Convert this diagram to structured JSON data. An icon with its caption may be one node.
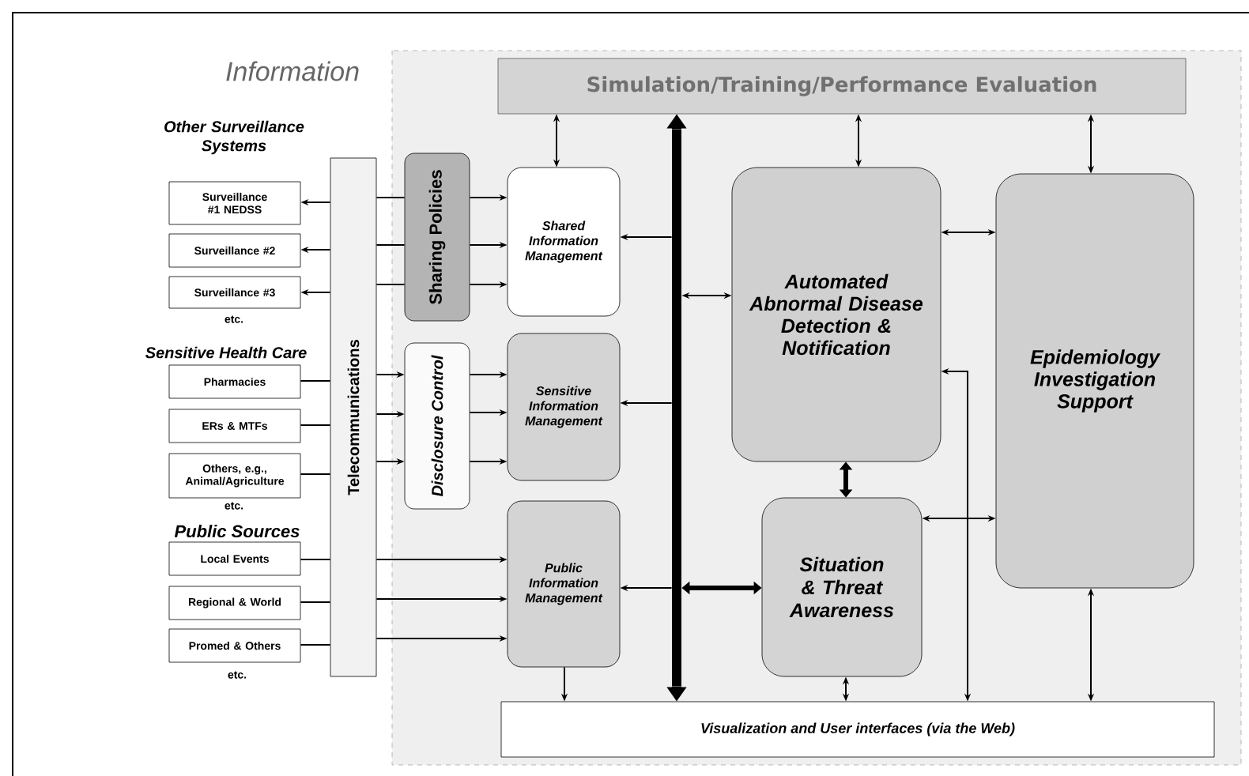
{
  "diagram": {
    "nodes": [
      {
        "text": [
          "Simulation/Training/Performance Evaluation"
        ]
      },
      {
        "text": [
          "Surveillance #1 NEDSS"
        ]
      },
      {
        "text": [
          "Surveillance #2"
        ]
      },
      {
        "text": [
          "Surveillance #3"
        ]
      },
      {
        "text": [
          "Pharmacies"
        ]
      },
      {
        "text": [
          "ERs & MTFs"
        ]
      },
      {
        "text": [
          "Others, e.g., Animal/Agriculture"
        ]
      },
      {
        "text": [
          "Local Events"
        ]
      },
      {
        "text": [
          "Regional & World"
        ]
      },
      {
        "text": [
          "Promed & Others"
        ]
      },
      {
        "text": [
          "Telecommunications"
        ]
      },
      {
        "text": [
          "Sharing Policies"
        ]
      },
      {
        "text": [
          "Disclosure Control"
        ]
      },
      {
        "text": [
          "Shared Information Management"
        ]
      },
      {
        "text": [
          "Sensitive Information Management"
        ]
      },
      {
        "text": [
          "Public Information Management"
        ]
      },
      {
        "text": [
          "Automated Abnormal Disease Detection & Notification"
        ]
      },
      {
        "text": [
          "Epidemiology Investigation Support"
        ]
      },
      {
        "text": [
          "Situation & Threat Awareness"
        ]
      },
      {
        "text": [
          "Visualization and User interfaces (via the Web)"
        ]
      },
      {
        "text": [],
        "shape": "bar"
      }
    ],
    "edges": [
      {
        "from": 10,
        "to": 1,
        "arrow": "to"
      },
      {
        "from": 10,
        "to": 2,
        "arrow": "to"
      },
      {
        "from": 10,
        "to": 3,
        "arrow": "to"
      },
      {
        "from": 4,
        "to": 10,
        "arrow": "none"
      },
      {
        "from": 5,
        "to": 10,
        "arrow": "none"
      },
      {
        "from": 6,
        "to": 10,
        "arrow": "none"
      },
      {
        "from": 7,
        "to": 10,
        "arrow": "none"
      },
      {
        "from": 8,
        "to": 10,
        "arrow": "none"
      },
      {
        "from": 9,
        "to": 10,
        "arrow": "none"
      },
      {
        "from": 10,
        "to": 11,
        "arrow": "none"
      },
      {
        "from": 10,
        "to": 11,
        "arrow": "none"
      },
      {
        "from": 10,
        "to": 11,
        "arrow": "none"
      },
      {
        "from": 10,
        "to": 12,
        "arrow": "to"
      },
      {
        "from": 10,
        "to": 12,
        "arrow": "to"
      },
      {
        "from": 10,
        "to": 12,
        "arrow": "to"
      },
      {
        "from": 10,
        "to": 15,
        "arrow": "to"
      },
      {
        "from": 10,
        "to": 15,
        "arrow": "to"
      },
      {
        "from": 10,
        "to": 15,
        "arrow": "to"
      },
      {
        "from": 11,
        "to": 13,
        "arrow": "to"
      },
      {
        "from": 11,
        "to": 13,
        "arrow": "to"
      },
      {
        "from": 11,
        "to": 13,
        "arrow": "to"
      },
      {
        "from": 12,
        "to": 14,
        "arrow": "to"
      },
      {
        "from": 12,
        "to": 14,
        "arrow": "to"
      },
      {
        "from": 12,
        "to": 14,
        "arrow": "to"
      },
      {
        "from": 0,
        "to": 13,
        "arrow": "both"
      },
      {
        "from": 0,
        "to": 16,
        "arrow": "both"
      },
      {
        "from": 0,
        "to": 17,
        "arrow": "both"
      },
      {
        "from": 20,
        "to": 0,
        "arrow": "to",
        "style": "thick"
      },
      {
        "from": 20,
        "to": 19,
        "arrow": "to",
        "style": "thick"
      },
      {
        "from": 20,
        "to": 13,
        "arrow": "to"
      },
      {
        "from": 20,
        "to": 14,
        "arrow": "to"
      },
      {
        "from": 20,
        "to": 15,
        "arrow": "to"
      },
      {
        "from": 20,
        "to": 16,
        "arrow": "both"
      },
      {
        "from": 20,
        "to": 18,
        "arrow": "both",
        "style": "thick"
      },
      {
        "from": 16,
        "to": 17,
        "arrow": "both"
      },
      {
        "from": 16,
        "to": 18,
        "arrow": "both",
        "style": "thick"
      },
      {
        "from": 18,
        "to": 17,
        "arrow": "both"
      },
      {
        "from": 18,
        "to": 19,
        "arrow": "both"
      },
      {
        "from": 17,
        "to": 19,
        "arrow": "both"
      },
      {
        "from": 16,
        "to": 19,
        "arrow": "both"
      },
      {
        "from": 15,
        "to": 19,
        "arrow": "to"
      }
    ],
    "labels": [
      "Information",
      "Other Surveillance Systems",
      "etc.",
      "Sensitive Health Care",
      "etc.",
      "Public Sources",
      "etc."
    ]
  }
}
